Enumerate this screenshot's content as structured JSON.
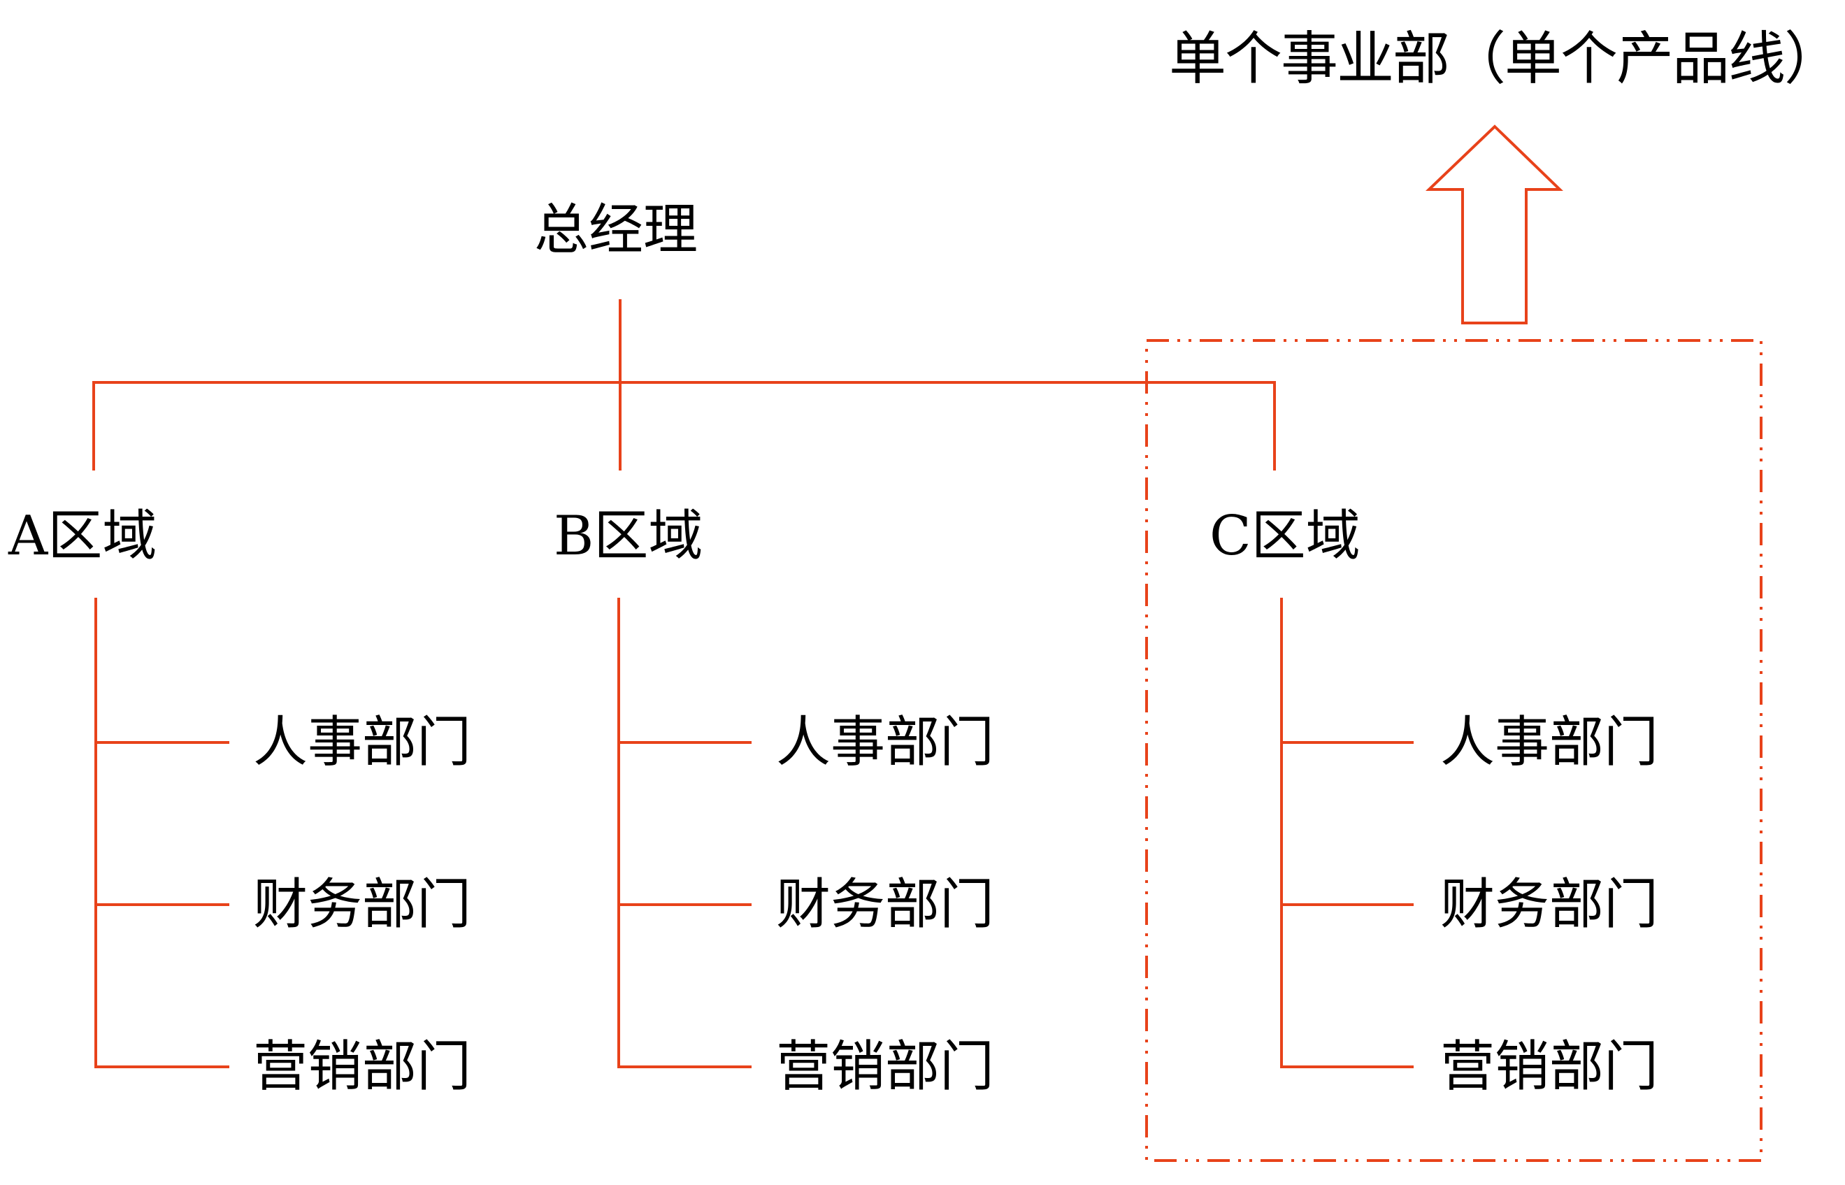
{
  "title": "单个事业部（单个产品线）",
  "root": {
    "label": "总经理"
  },
  "regions": [
    {
      "label": "A区域",
      "departments": [
        "人事部门",
        "财务部门",
        "营销部门"
      ]
    },
    {
      "label": "B区域",
      "departments": [
        "人事部门",
        "财务部门",
        "营销部门"
      ]
    },
    {
      "label": "C区域",
      "departments": [
        "人事部门",
        "财务部门",
        "营销部门"
      ]
    }
  ],
  "highlight": {
    "region_index": 2,
    "arrow_icon": "hollow-up-arrow-icon"
  },
  "colors": {
    "line": "#E8421A",
    "text": "#000000",
    "background": "#FFFFFF"
  }
}
